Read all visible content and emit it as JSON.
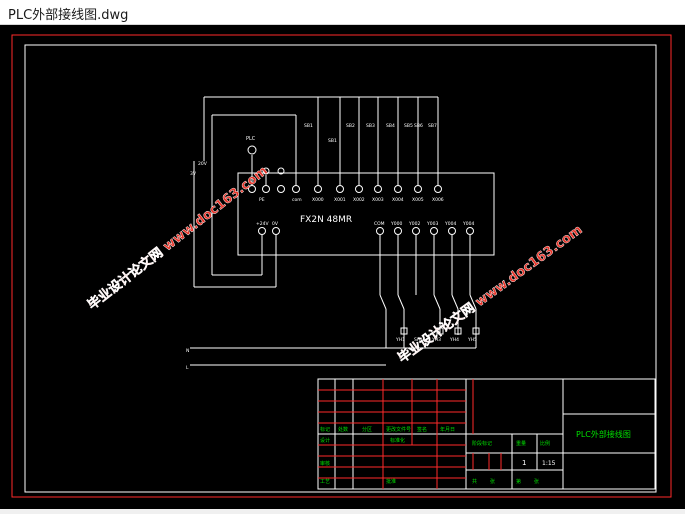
{
  "window": {
    "title": "PLC外部接线图.dwg"
  },
  "drawing": {
    "plc_model": "FX2N 48MR",
    "plc_label": "PLC",
    "inputs": [
      "X000",
      "X001",
      "X002",
      "X003",
      "X004",
      "X005",
      "X006"
    ],
    "input_switches": [
      "SB1",
      "SB2",
      "SB3",
      "SB4",
      "SB5",
      "SB6",
      "SB7"
    ],
    "sb_label": "SB1",
    "power_left": [
      "PE",
      "com"
    ],
    "power_outputs": [
      "+24V",
      "0V"
    ],
    "outputs": [
      "COM",
      "Y000",
      "Y002",
      "Y003",
      "Y004",
      "Y004"
    ],
    "output_devices": [
      "YH1",
      "SH",
      "YH3",
      "YH4",
      "YH5"
    ],
    "voltage_marks": [
      "3V",
      "20V"
    ],
    "line_labels": [
      "N",
      "L"
    ],
    "watermark": "毕业设计论文网 www.doc163.com"
  },
  "title_block": {
    "drawing_name": "PLC外部接线图",
    "cells": {
      "biaoji": "标记",
      "chushu": "处数",
      "fenqu": "分区",
      "genggai": "更改文件号",
      "qianming": "签名",
      "nianyueri": "年月日",
      "sheji": "设计",
      "biaozhunhua": "标准化",
      "jieduan": "阶段标记",
      "zhongliang": "重量",
      "bili": "比例",
      "shenhe": "审核",
      "gongyi": "工艺",
      "pizhun": "批准",
      "gong": "共",
      "zhang": "张",
      "di": "第",
      "count": "1",
      "scale": "1:15"
    }
  },
  "colors": {
    "wire": "#ffffff",
    "text": "#ffffff",
    "border": "#ff2a2a",
    "frame": "#ffffff",
    "tb_text": "#00e000",
    "watermark": "#e8352a"
  }
}
